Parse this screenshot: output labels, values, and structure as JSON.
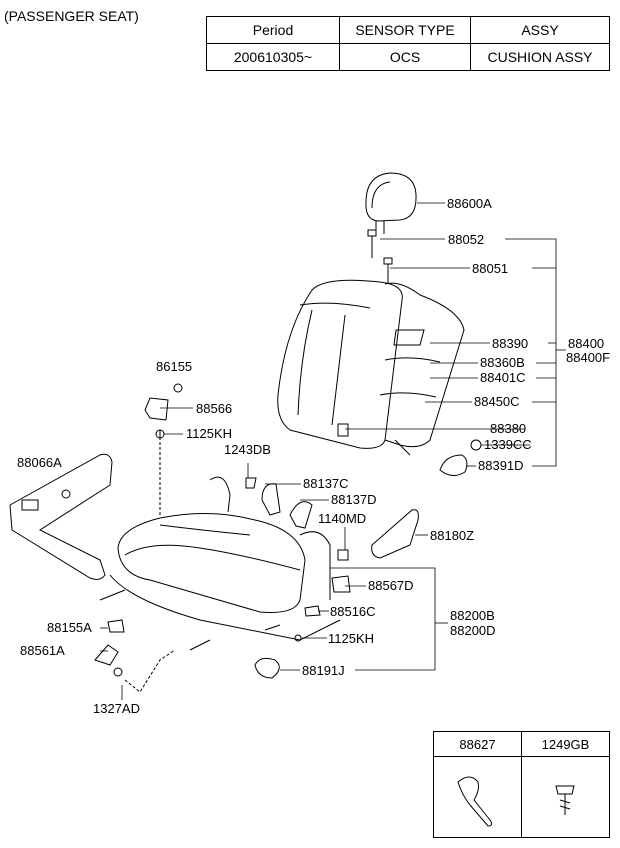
{
  "title": "(PASSENGER SEAT)",
  "spec_table": {
    "headers": [
      "Period",
      "SENSOR TYPE",
      "ASSY"
    ],
    "row": [
      "200610305~",
      "OCS",
      "CUSHION ASSY"
    ]
  },
  "parts": {
    "p88600A": "88600A",
    "p88052": "88052",
    "p88051": "88051",
    "p88390": "88390",
    "p88400": "88400",
    "p88400F": "88400F",
    "p88360B": "88360B",
    "p88401C": "88401C",
    "p88450C": "88450C",
    "p88380": "88380",
    "p1339CC": "1339CC",
    "p88391D": "88391D",
    "p86155": "86155",
    "p88566": "88566",
    "p1125KH_a": "1125KH",
    "p88066A": "88066A",
    "p1243DB": "1243DB",
    "p88137C": "88137C",
    "p88137D": "88137D",
    "p1140MD": "1140MD",
    "p88180Z": "88180Z",
    "p88567D": "88567D",
    "p88516C": "88516C",
    "p88200B": "88200B",
    "p88200D": "88200D",
    "p1125KH_b": "1125KH",
    "p88191J": "88191J",
    "p88155A": "88155A",
    "p88561A": "88561A",
    "p1327AD": "1327AD"
  },
  "inset_table": {
    "headers": [
      "88627",
      "1249GB"
    ]
  }
}
